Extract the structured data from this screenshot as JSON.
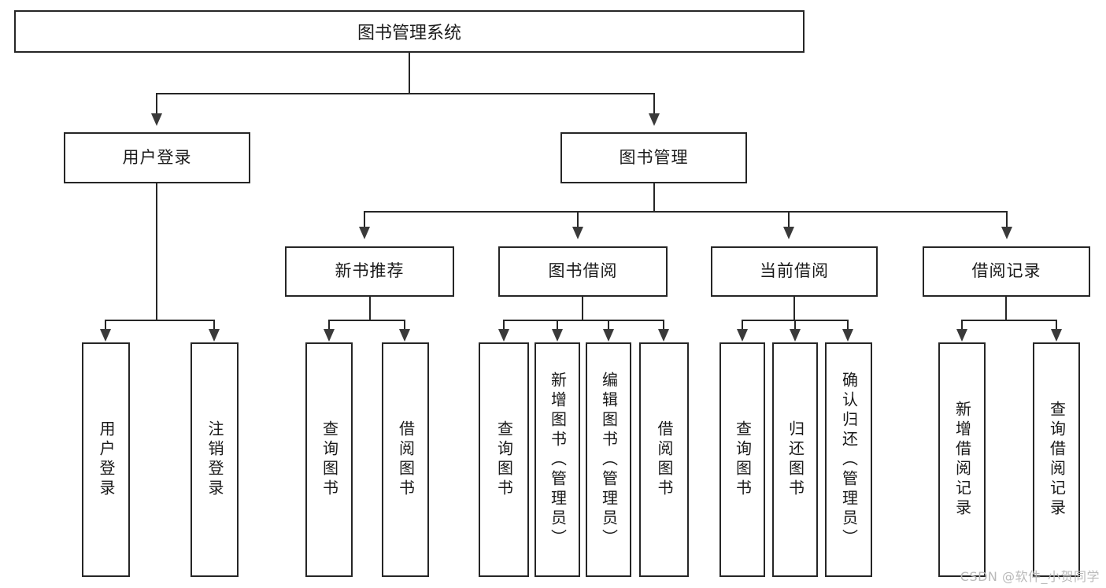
{
  "diagram": {
    "type": "tree-hierarchy",
    "title": "图书管理系统",
    "root": {
      "label": "图书管理系统"
    },
    "level2": [
      {
        "label": "用户登录"
      },
      {
        "label": "图书管理"
      }
    ],
    "level3": [
      {
        "label": "新书推荐"
      },
      {
        "label": "图书借阅"
      },
      {
        "label": "当前借阅"
      },
      {
        "label": "借阅记录"
      }
    ],
    "leaves": {
      "user_login": [
        {
          "label": "用户登录"
        },
        {
          "label": "注销登录"
        }
      ],
      "new_book_recommend": [
        {
          "label": "查询图书"
        },
        {
          "label": "借阅图书"
        }
      ],
      "book_borrow": [
        {
          "label": "查询图书"
        },
        {
          "label": "新增图书（管理员）"
        },
        {
          "label": "编辑图书（管理员）"
        },
        {
          "label": "借阅图书"
        }
      ],
      "current_borrow": [
        {
          "label": "查询图书"
        },
        {
          "label": "归还图书"
        },
        {
          "label": "确认归还（管理员）"
        }
      ],
      "borrow_record": [
        {
          "label": "新增借阅记录"
        },
        {
          "label": "查询借阅记录"
        }
      ]
    }
  },
  "watermark": {
    "text": "CSDN @软件_小贺同学"
  },
  "colors": {
    "stroke": "#262626",
    "fill": "#ffffff",
    "text": "#1a1a1a",
    "watermark": "#b9b9b9"
  }
}
